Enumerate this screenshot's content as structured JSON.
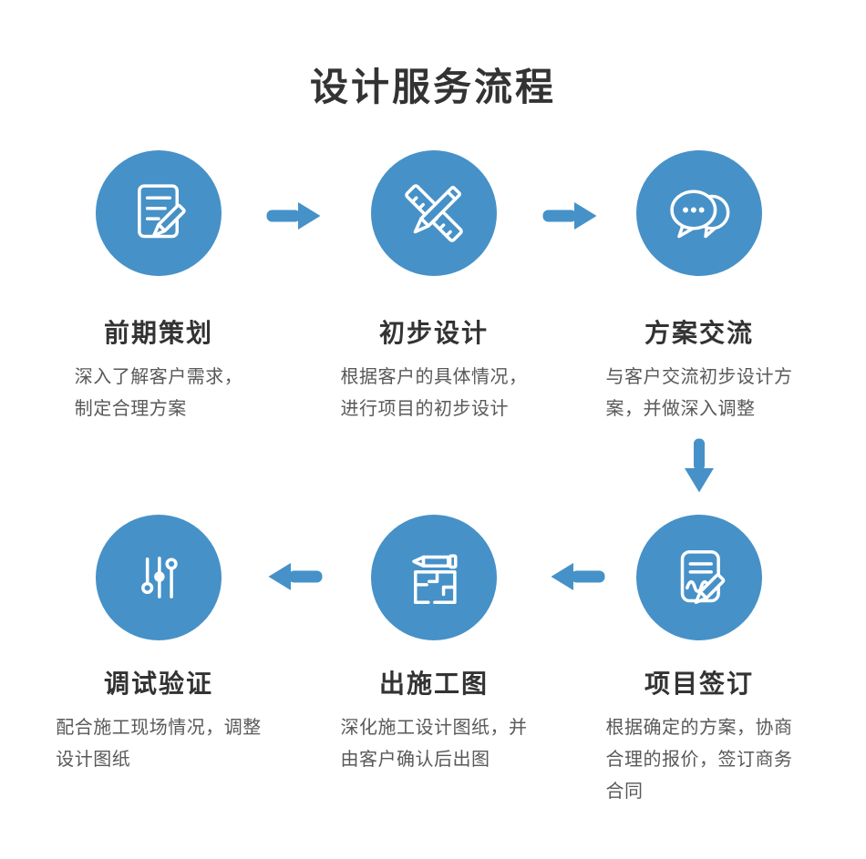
{
  "page": {
    "title": "设计服务流程"
  },
  "theme": {
    "accent": "#4691c8",
    "heading_color": "#333333",
    "desc_color": "#595959",
    "background": "#ffffff"
  },
  "flow": {
    "rows": [
      {
        "direction": "right",
        "steps": [
          {
            "title": "前期策划",
            "description": "深入了解客户需求，\n制定合理方案",
            "icon": "document-pencil-icon"
          },
          {
            "title": "初步设计",
            "description": "根据客户的具体情况，\n进行项目的初步设计",
            "icon": "ruler-pencil-icon"
          },
          {
            "title": "方案交流",
            "description": "与客户交流初步设计方\n案，并做深入调整",
            "icon": "chat-bubbles-icon"
          }
        ]
      },
      {
        "direction": "left",
        "steps": [
          {
            "title": "调试验证",
            "description": "配合施工现场情况，调整\n设计图纸",
            "icon": "sliders-icon"
          },
          {
            "title": "出施工图",
            "description": "深化施工设计图纸，并\n由客户确认后出图",
            "icon": "blueprint-pencil-icon"
          },
          {
            "title": "项目签订",
            "description": "根据确定的方案，协商\n合理的报价，签订商务\n合同",
            "icon": "contract-signing-icon"
          }
        ]
      }
    ],
    "connectors": [
      "arrow-right",
      "arrow-right",
      "arrow-down",
      "arrow-left",
      "arrow-left"
    ]
  }
}
